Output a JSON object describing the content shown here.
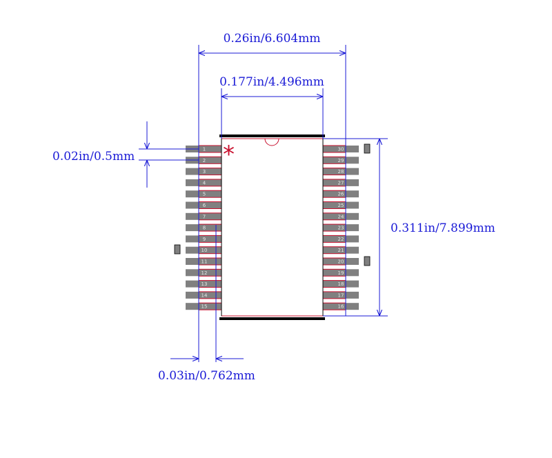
{
  "colors": {
    "dimension": "#1a1ad6",
    "pad_fill": "#808080",
    "pad_outline": "#c8102e",
    "body_outline": "#c8102e",
    "silkscreen": "#000000",
    "pin1_marker": "#c8102e",
    "pin_label": "#e6e6e6"
  },
  "dimensions": {
    "overall_width": "0.26in/6.604mm",
    "body_width": "0.177in/4.496mm",
    "pitch": "0.02in/0.5mm",
    "overall_height": "0.311in/7.899mm",
    "pad_width": "0.03in/0.762mm"
  },
  "pin1_marker": "*",
  "pins_left": [
    "1",
    "2",
    "3",
    "4",
    "5",
    "6",
    "7",
    "8",
    "9",
    "10",
    "11",
    "12",
    "13",
    "14",
    "15"
  ],
  "pins_right": [
    "30",
    "29",
    "28",
    "27",
    "26",
    "25",
    "24",
    "23",
    "22",
    "21",
    "20",
    "19",
    "18",
    "17",
    "16"
  ]
}
